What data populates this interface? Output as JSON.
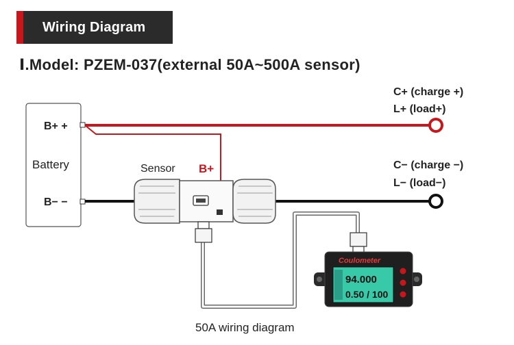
{
  "banner": {
    "title": "Wiring Diagram"
  },
  "model": {
    "title": "Ⅰ.Model: PZEM-037(external 50A~500A sensor)"
  },
  "battery": {
    "positive": "B+ +",
    "label": "Battery",
    "negative": "B− −"
  },
  "sensor": {
    "label": "Sensor",
    "bplus": "B+"
  },
  "terminals": {
    "positive_line1": "C+ (charge +)",
    "positive_line2": "L+ (load+)",
    "negative_line1": "C− (charge −)",
    "negative_line2": "L− (load−)"
  },
  "meter": {
    "brand": "Coulometer",
    "line1": "94.000",
    "line2": "0.50 / 100"
  },
  "caption": "50A wiring diagram",
  "colors": {
    "accent_red": "#c8161d",
    "wire_black": "#111111",
    "banner_bg": "#2b2b2b",
    "lcd_green": "#38c9a8"
  }
}
